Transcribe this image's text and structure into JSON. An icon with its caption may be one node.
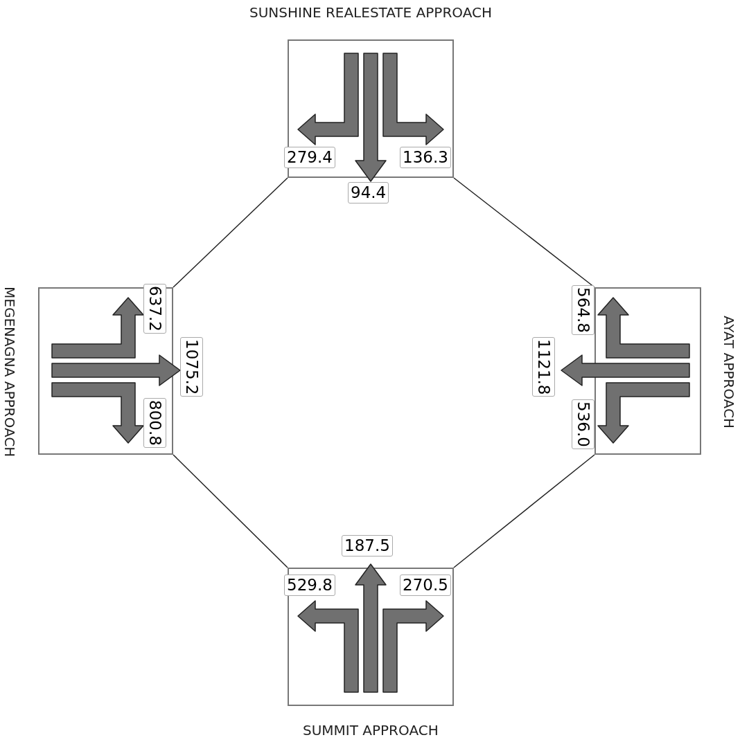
{
  "diagram": {
    "nodes": [
      {
        "text": [
          "SUNSHINE REALESTATE APPROACH",
          "279.4",
          "94.4",
          "136.3"
        ]
      },
      {
        "text": [
          "MEGENAGNA APPROACH",
          "637.2",
          "1075.2",
          "800.8"
        ]
      },
      {
        "text": [
          "AYAT APPROACH",
          "564.8",
          "1121.8",
          "536.0"
        ]
      },
      {
        "text": [
          "SUMMIT APPROACH",
          "529.8",
          "187.5",
          "270.5"
        ]
      }
    ],
    "edges": [
      {
        "from": 0,
        "to": 1,
        "arrow": "none"
      },
      {
        "from": 0,
        "to": 2,
        "arrow": "none"
      },
      {
        "from": 1,
        "to": 3,
        "arrow": "none"
      },
      {
        "from": 2,
        "to": 3,
        "arrow": "none"
      }
    ]
  }
}
